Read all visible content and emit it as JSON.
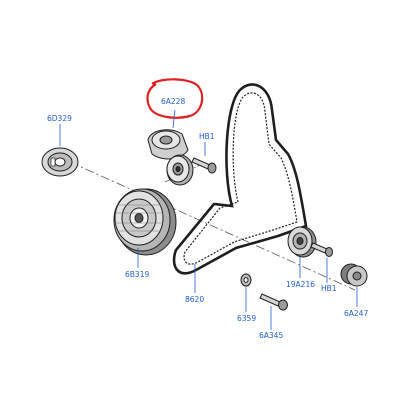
{
  "diagram": {
    "highlight_color": "#e02020",
    "label_color": "#1f5fd0",
    "labels": {
      "tensioner": "6A228",
      "damper": "6D329",
      "tensioner_bolt": "HB1",
      "crank_pulley": "6B319",
      "belt": "8620",
      "idler": "19A216",
      "idler_bolt": "HB1",
      "washer": "6359",
      "bolt": "6A345",
      "cover": "6A247"
    }
  }
}
